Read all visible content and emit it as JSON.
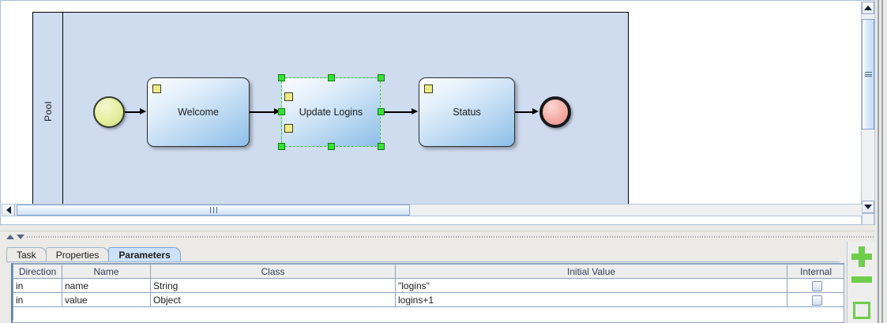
{
  "diagram": {
    "pool_label": "Pool",
    "nodes": [
      {
        "id": "start",
        "type": "start-event",
        "label": ""
      },
      {
        "id": "welcome",
        "type": "task",
        "label": "Welcome"
      },
      {
        "id": "update-logins",
        "type": "task",
        "label": "Update Logins",
        "selected": true
      },
      {
        "id": "status",
        "type": "task",
        "label": "Status"
      },
      {
        "id": "end",
        "type": "end-event",
        "label": ""
      }
    ],
    "colors": {
      "pool_fill": "#cfdcf0",
      "task_fill": "#bcd9f2",
      "start_fill": "#e4ef9e",
      "end_fill": "#f5a8a2",
      "selection": "#3ae03a",
      "marker": "#efeb86"
    }
  },
  "bottom_panel": {
    "tabs": [
      {
        "label": "Task",
        "active": false
      },
      {
        "label": "Properties",
        "active": false
      },
      {
        "label": "Parameters",
        "active": true
      }
    ],
    "table": {
      "columns": [
        "Direction",
        "Name",
        "Class",
        "Initial Value",
        "Internal"
      ],
      "rows": [
        {
          "direction": "in",
          "name": "name",
          "class": "String",
          "initial_value": "\"logins\"",
          "internal": false
        },
        {
          "direction": "in",
          "name": "value",
          "class": "Object",
          "initial_value": "logins+1",
          "internal": false
        }
      ]
    },
    "actions": [
      {
        "name": "add",
        "glyph": "+",
        "color": "#6ece4a"
      },
      {
        "name": "remove",
        "glyph": "-",
        "color": "#6ece4a"
      },
      {
        "name": "edit",
        "glyph": "square",
        "color": "#6ece4a"
      }
    ]
  },
  "scrollbars": {
    "vertical": {
      "up": "▲",
      "down": "▼"
    },
    "horizontal": {
      "left": "◀"
    }
  }
}
